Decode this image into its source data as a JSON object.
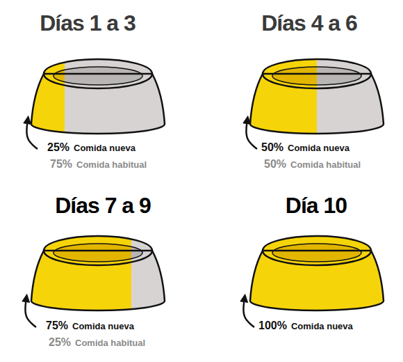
{
  "diagram": {
    "labels": [
      "Días 1 a 3",
      "25%",
      "Comida nueva",
      "75%",
      "Comida habitual",
      "Días 4 a 6",
      "50%",
      "Comida nueva",
      "50%",
      "Comida habitual",
      "Días 7 a 9",
      "75%",
      "Comida nueva",
      "25%",
      "Comida habitual",
      "Día 10",
      "100%",
      "Comida nueva"
    ]
  }
}
